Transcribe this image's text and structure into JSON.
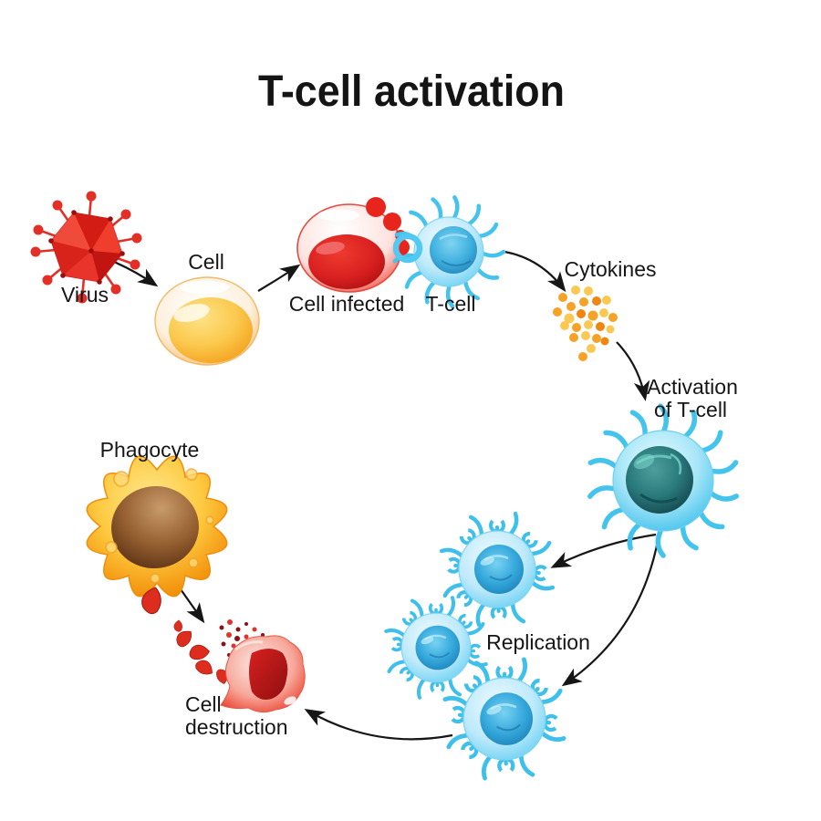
{
  "title": "T-cell activation",
  "nodes": {
    "virus": {
      "label": "Virus"
    },
    "cell": {
      "label": "Cell"
    },
    "cell_infected": {
      "label": "Cell infected"
    },
    "t_cell": {
      "label": "T-cell"
    },
    "cytokines": {
      "label": "Cytokines"
    },
    "activation": {
      "label": "Activation of T-cell",
      "label_line1": "Activation",
      "label_line2": "of T-cell"
    },
    "replication": {
      "label": "Replication"
    },
    "cell_destruction": {
      "label": "Cell destruction",
      "label_line1": "Cell",
      "label_line2": "destruction"
    },
    "phagocyte": {
      "label": "Phagocyte"
    }
  },
  "flow": [
    {
      "from": "Virus",
      "to": "Cell"
    },
    {
      "from": "Cell",
      "to": "Cell infected"
    },
    {
      "from": "Cell infected",
      "to": "T-cell"
    },
    {
      "from": "T-cell",
      "to": "Cytokines"
    },
    {
      "from": "Cytokines",
      "to": "Activation of T-cell"
    },
    {
      "from": "Activation of T-cell",
      "to": "Replication"
    },
    {
      "from": "Replication",
      "to": "Cell destruction"
    },
    {
      "from": "Phagocyte",
      "to": "Cell destruction"
    }
  ],
  "colors": {
    "background": "#ffffff",
    "text": "#161616",
    "arrow": "#161616",
    "virus_red": "#e52520",
    "cell_yellow": "#f9b233",
    "infected_red": "#d32019",
    "t_cell_blue": "#5bc8ee",
    "t_cell_nucleus_blue": "#2196c9",
    "activated_nucleus_teal": "#1b6064",
    "cytokine_orange": "#f49b1c",
    "cytokine_light_orange": "#fbc854",
    "phagocyte_orange": "#f8a11d",
    "phagocyte_nucleus_brown": "#7a4a24",
    "destruction_red": "#e0241c"
  }
}
